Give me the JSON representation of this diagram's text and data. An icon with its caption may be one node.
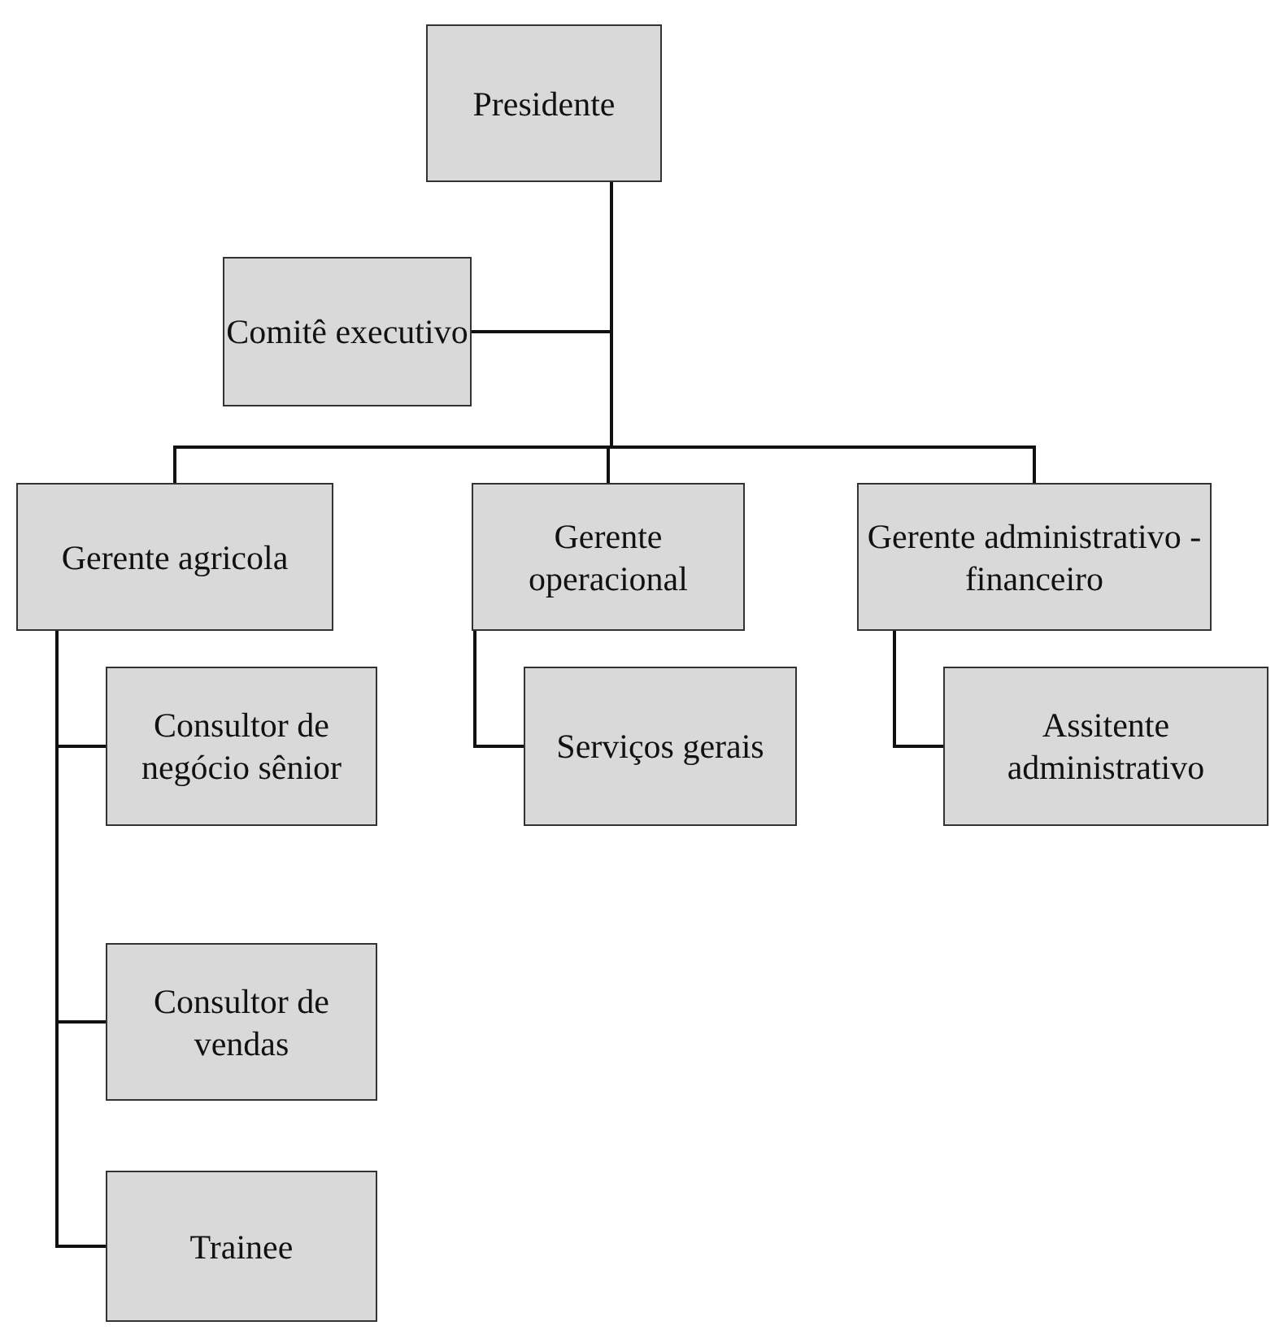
{
  "diagram": {
    "nodes": [
      {
        "text": [
          "Presidente"
        ]
      },
      {
        "text": [
          "Comitê executivo"
        ]
      },
      {
        "text": [
          "Gerente agricola"
        ]
      },
      {
        "text": [
          "Gerente operacional"
        ]
      },
      {
        "text": [
          "Gerente administrativo -financeiro"
        ]
      },
      {
        "text": [
          "Consultor de negócio sênior"
        ]
      },
      {
        "text": [
          "Consultor de vendas"
        ]
      },
      {
        "text": [
          "Trainee"
        ]
      },
      {
        "text": [
          "Serviços gerais"
        ]
      },
      {
        "text": [
          "Assitente administrativo"
        ]
      }
    ],
    "edges": [
      {
        "from": 0,
        "to": 1,
        "arrow": "none"
      },
      {
        "from": 0,
        "to": 2,
        "arrow": "none"
      },
      {
        "from": 0,
        "to": 3,
        "arrow": "none"
      },
      {
        "from": 0,
        "to": 4,
        "arrow": "none"
      },
      {
        "from": 2,
        "to": 5,
        "arrow": "none"
      },
      {
        "from": 2,
        "to": 6,
        "arrow": "none"
      },
      {
        "from": 2,
        "to": 7,
        "arrow": "none"
      },
      {
        "from": 3,
        "to": 8,
        "arrow": "none"
      },
      {
        "from": 4,
        "to": 9,
        "arrow": "none"
      }
    ]
  }
}
